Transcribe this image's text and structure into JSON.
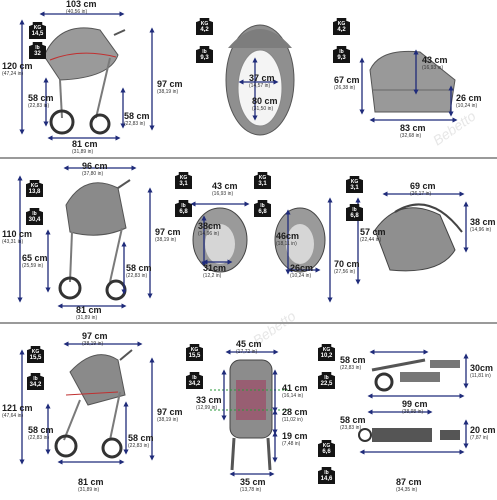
{
  "colors": {
    "arrow": "#1f2b7a",
    "frame": "#7a7a7a",
    "fabric": "#8c8c8c",
    "accent_red": "#d03030"
  },
  "watermark": "Bebetto",
  "rows": [
    {
      "stroller_dims": [
        {
          "cm": "103 cm",
          "in": "(40,56 in)"
        },
        {
          "cm": "120 cm",
          "in": "(47,24 in)"
        },
        {
          "cm": "58 cm",
          "in": "(22,83 in)"
        },
        {
          "cm": "58 cm",
          "in": "(22,83 in)"
        },
        {
          "cm": "97 cm",
          "in": "(38,19 in)"
        },
        {
          "cm": "81 cm",
          "in": "(31,89 in)"
        }
      ],
      "weights": [
        {
          "unit": "KG",
          "value": "14,5"
        },
        {
          "unit": "lb",
          "value": "32"
        },
        {
          "unit": "KG",
          "value": "4,2"
        },
        {
          "unit": "lb",
          "value": "9,3"
        },
        {
          "unit": "KG",
          "value": "4,2"
        },
        {
          "unit": "lb",
          "value": "9,3"
        }
      ],
      "topview_dims": [
        {
          "cm": "37 cm",
          "in": "(14,57 in)"
        },
        {
          "cm": "80 cm",
          "in": "(31,50 in)"
        }
      ],
      "side_dims": [
        {
          "cm": "43 cm",
          "in": "(16,93 in)"
        },
        {
          "cm": "67 cm",
          "in": "(26,38 in)"
        },
        {
          "cm": "26 cm",
          "in": "(10,24 in)"
        },
        {
          "cm": "83 cm",
          "in": "(32,68 in)"
        }
      ]
    },
    {
      "stroller_dims": [
        {
          "cm": "96 cm",
          "in": "(37,80 in)"
        },
        {
          "cm": "110 cm",
          "in": "(43,31 in)"
        },
        {
          "cm": "65 cm",
          "in": "(25,59 in)"
        },
        {
          "cm": "58 cm",
          "in": "(22,83 in)"
        },
        {
          "cm": "97 cm",
          "in": "(38,19 in)"
        },
        {
          "cm": "81 cm",
          "in": "(31,89 in)"
        }
      ],
      "weights": [
        {
          "unit": "KG",
          "value": "13,8"
        },
        {
          "unit": "lb",
          "value": "30,4"
        },
        {
          "unit": "KG",
          "value": "3,1"
        },
        {
          "unit": "lb",
          "value": "6,8"
        },
        {
          "unit": "KG",
          "value": "3,1"
        },
        {
          "unit": "lb",
          "value": "6,8"
        },
        {
          "unit": "KG",
          "value": "3,1"
        },
        {
          "unit": "lb",
          "value": "6,8"
        }
      ],
      "seat_dims": [
        {
          "cm": "43 cm",
          "in": "(16,93 in)"
        },
        {
          "cm": "38cm",
          "in": "(14,96 in)"
        },
        {
          "cm": "31cm",
          "in": "(12,2 in)"
        },
        {
          "cm": "46cm",
          "in": "(18,11 in)"
        },
        {
          "cm": "26cm",
          "in": "(10,24 in)"
        },
        {
          "cm": "70 cm",
          "in": "(27,56 in)"
        }
      ],
      "side_dims": [
        {
          "cm": "69 cm",
          "in": "(26,17 in)"
        },
        {
          "cm": "57 cm",
          "in": "(22,44 in)"
        },
        {
          "cm": "38 cm",
          "in": "(14,96 in)"
        }
      ]
    },
    {
      "stroller_dims": [
        {
          "cm": "97 cm",
          "in": "(38,19 in)"
        },
        {
          "cm": "121 cm",
          "in": "(47,64 in)"
        },
        {
          "cm": "58 cm",
          "in": "(22,83 in)"
        },
        {
          "cm": "58 cm",
          "in": "(22,83 in)"
        },
        {
          "cm": "97 cm",
          "in": "(38,19 in)"
        },
        {
          "cm": "81 cm",
          "in": "(31,89 in)"
        }
      ],
      "weights": [
        {
          "unit": "KG",
          "value": "15,5"
        },
        {
          "unit": "lb",
          "value": "34,2"
        },
        {
          "unit": "KG",
          "value": "15,5"
        },
        {
          "unit": "lb",
          "value": "34,2"
        },
        {
          "unit": "KG",
          "value": "10,2"
        },
        {
          "unit": "lb",
          "value": "22,5"
        },
        {
          "unit": "KG",
          "value": "6,6"
        },
        {
          "unit": "lb",
          "value": "14,6"
        }
      ],
      "front_dims": [
        {
          "cm": "45 cm",
          "in": "(17,72 in)"
        },
        {
          "cm": "33 cm",
          "in": "(12,99 in)"
        },
        {
          "cm": "41 cm",
          "in": "(16,14 in)"
        },
        {
          "cm": "28 cm",
          "in": "(11,02 in)"
        },
        {
          "cm": "19 cm",
          "in": "(7,48 in)"
        },
        {
          "cm": "35 cm",
          "in": "(13,78 in)"
        }
      ],
      "folded_dims": [
        {
          "cm": "58 cm",
          "in": "(22,83 in)"
        },
        {
          "cm": "30cm",
          "in": "(11,81 in)"
        },
        {
          "cm": "99 cm",
          "in": "(38,98 in)"
        },
        {
          "cm": "58 cm",
          "in": "(23,83 in)"
        },
        {
          "cm": "20 cm",
          "in": "(7,87 in)"
        },
        {
          "cm": "87 cm",
          "in": "(34,35 in)"
        }
      ]
    }
  ]
}
